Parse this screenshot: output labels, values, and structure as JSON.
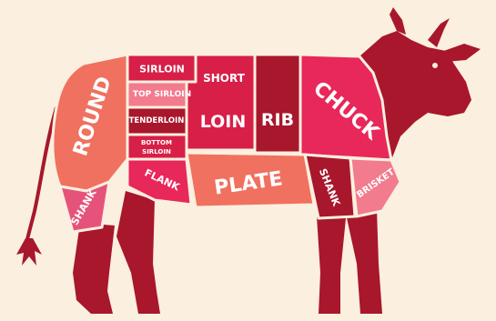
{
  "colors": {
    "background": "#fbefdf",
    "body": "#a8172b",
    "round": "#f0715f",
    "shank_hind": "#e6537a",
    "sirloin": "#d81f47",
    "top_sirloin": "#f27b8e",
    "tenderloin": "#a8172b",
    "bottom_sirloin": "#d81f47",
    "short_loin": "#d81f47",
    "rib": "#a8172b",
    "chuck": "#e8275a",
    "flank": "#e8275a",
    "plate": "#f0715f",
    "shank_fore": "#a8172b",
    "brisket": "#f27b8e",
    "label": "#ffffff",
    "separator": "#fbefdf"
  },
  "cuts": {
    "round": "ROUND",
    "shank_hind": "SHANK",
    "sirloin": "SIRLOIN",
    "top_sirloin": "TOP SIRLOIN",
    "tenderloin": "TENDERLOIN",
    "bottom_sirloin_1": "BOTTOM",
    "bottom_sirloin_2": "SIRLOIN",
    "short": "SHORT",
    "loin": "LOIN",
    "rib": "RIB",
    "chuck": "CHUCK",
    "flank": "FLANK",
    "plate": "PLATE",
    "shank_fore": "SHANK",
    "brisket": "BRISKET"
  }
}
